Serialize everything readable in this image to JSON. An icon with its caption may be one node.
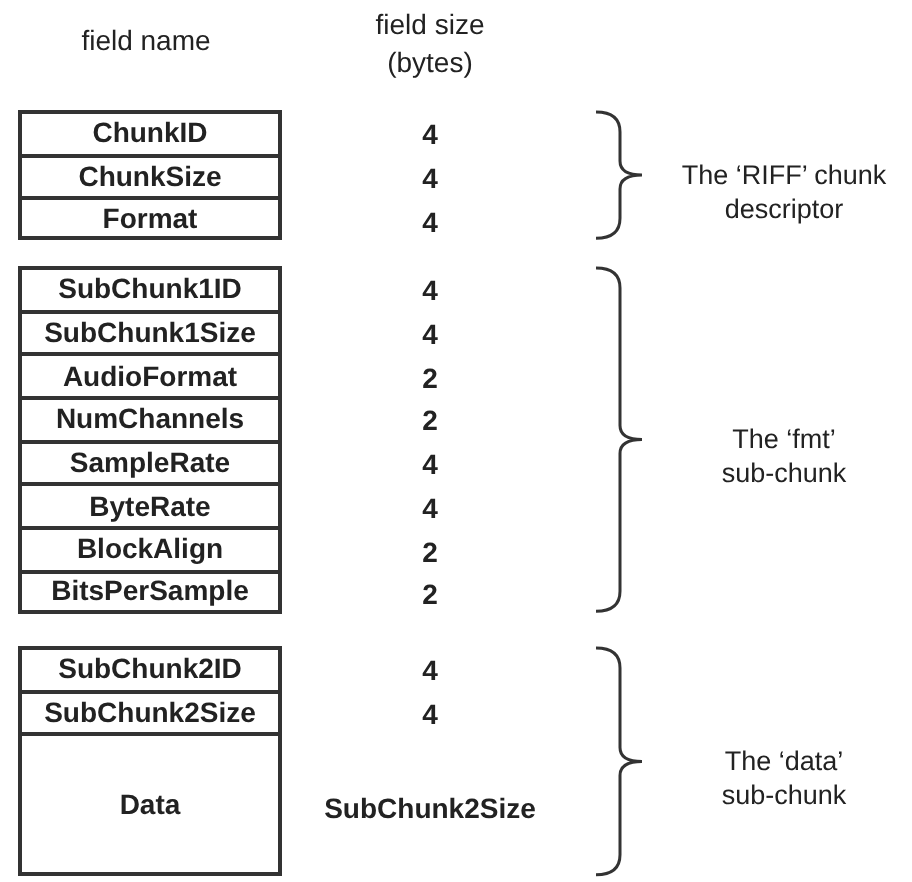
{
  "diagram": {
    "nodes": [
      {
        "text": [],
        "shape": "box"
      },
      {
        "text": [
          "ChunkID"
        ],
        "in": 0
      },
      {
        "text": [
          "ChunkSize"
        ],
        "in": 0
      },
      {
        "text": [
          "Format"
        ],
        "in": 0
      },
      {
        "text": [],
        "shape": "box"
      },
      {
        "text": [
          "SubChunk1ID"
        ],
        "in": 4
      },
      {
        "text": [
          "SubChunk1Size"
        ],
        "in": 4
      },
      {
        "text": [
          "AudioFormat"
        ],
        "in": 4
      },
      {
        "text": [
          "NumChannels"
        ],
        "in": 4
      },
      {
        "text": [
          "SampleRate"
        ],
        "in": 4
      },
      {
        "text": [
          "ByteRate"
        ],
        "in": 4
      },
      {
        "text": [
          "BlockAlign"
        ],
        "in": 4
      },
      {
        "text": [
          "BitsPerSample"
        ],
        "in": 4
      },
      {
        "text": [],
        "shape": "box"
      },
      {
        "text": [
          "SubChunk2ID"
        ],
        "in": 13
      },
      {
        "text": [
          "SubChunk2Size"
        ],
        "in": 13
      },
      {
        "text": [
          "Data"
        ],
        "in": 13
      }
    ],
    "labels": [
      "field name",
      "field size (bytes)",
      "4",
      "4",
      "4",
      "The ‘RIFF’ chunk descriptor",
      "4",
      "4",
      "2",
      "2",
      "4",
      "4",
      "2",
      "2",
      "The ‘fmt’ sub-chunk",
      "4",
      "4",
      "SubChunk2Size",
      "The ‘data’ sub-chunk"
    ]
  }
}
